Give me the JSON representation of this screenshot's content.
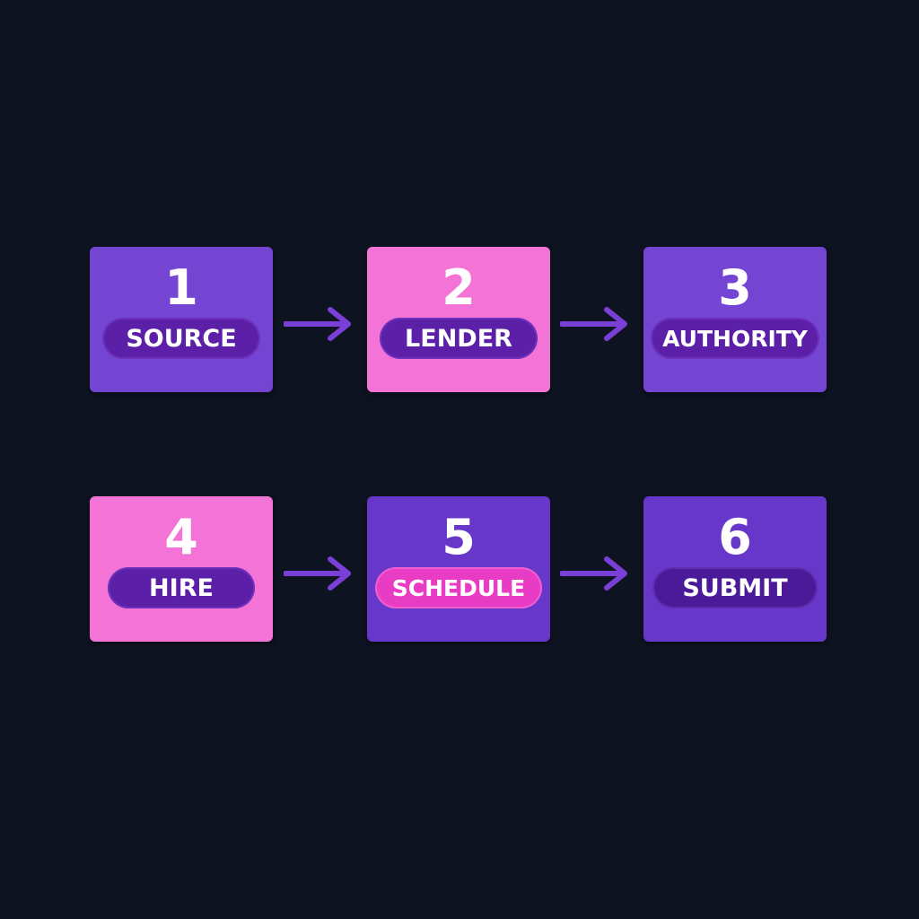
{
  "steps": [
    {
      "number": "1",
      "label": "SOURCE"
    },
    {
      "number": "2",
      "label": "LENDER"
    },
    {
      "number": "3",
      "label": "AUTHORITY"
    },
    {
      "number": "4",
      "label": "HIRE"
    },
    {
      "number": "5",
      "label": "SCHEDULE"
    },
    {
      "number": "6",
      "label": "SUBMIT"
    }
  ],
  "colors": {
    "background": "#0d1320",
    "purple_box": "#7445d3",
    "purple_box_alt": "#6637c8",
    "pink_box": "#f374d6",
    "dark_pill": "#5b1fa8",
    "pink_pill": "#e83cc4",
    "arrow": "#7a3fd6"
  }
}
